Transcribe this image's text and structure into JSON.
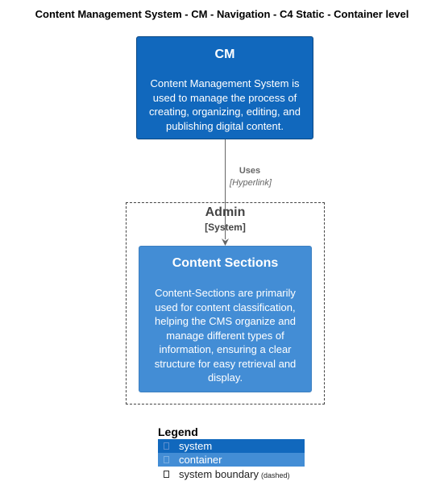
{
  "diagram": {
    "title": "Content Management System - CM - Navigation - C4 Static - Container level"
  },
  "nodes": {
    "cm": {
      "name": "CM",
      "description": "Content Management System is used to manage the process of creating, organizing, editing, and publishing digital content."
    },
    "content_sections": {
      "name": "Content Sections",
      "description": "Content-Sections are primarily used for content classification, helping the CMS organize and manage different types of information, ensuring a clear structure for easy retrieval and display."
    }
  },
  "boundary": {
    "name": "Admin",
    "type": "[System]"
  },
  "relationship": {
    "label": "Uses",
    "technology": "[Hyperlink]"
  },
  "legend": {
    "title": "Legend",
    "items": [
      {
        "label": "system",
        "color": "#1168bd"
      },
      {
        "label": "container",
        "color": "#438dd5"
      },
      {
        "label": "system boundary",
        "note": "(dashed)"
      }
    ]
  },
  "colors": {
    "system": "#1168bd",
    "container": "#438dd5",
    "boundary_border": "#444444",
    "relationship_line": "#666666"
  }
}
